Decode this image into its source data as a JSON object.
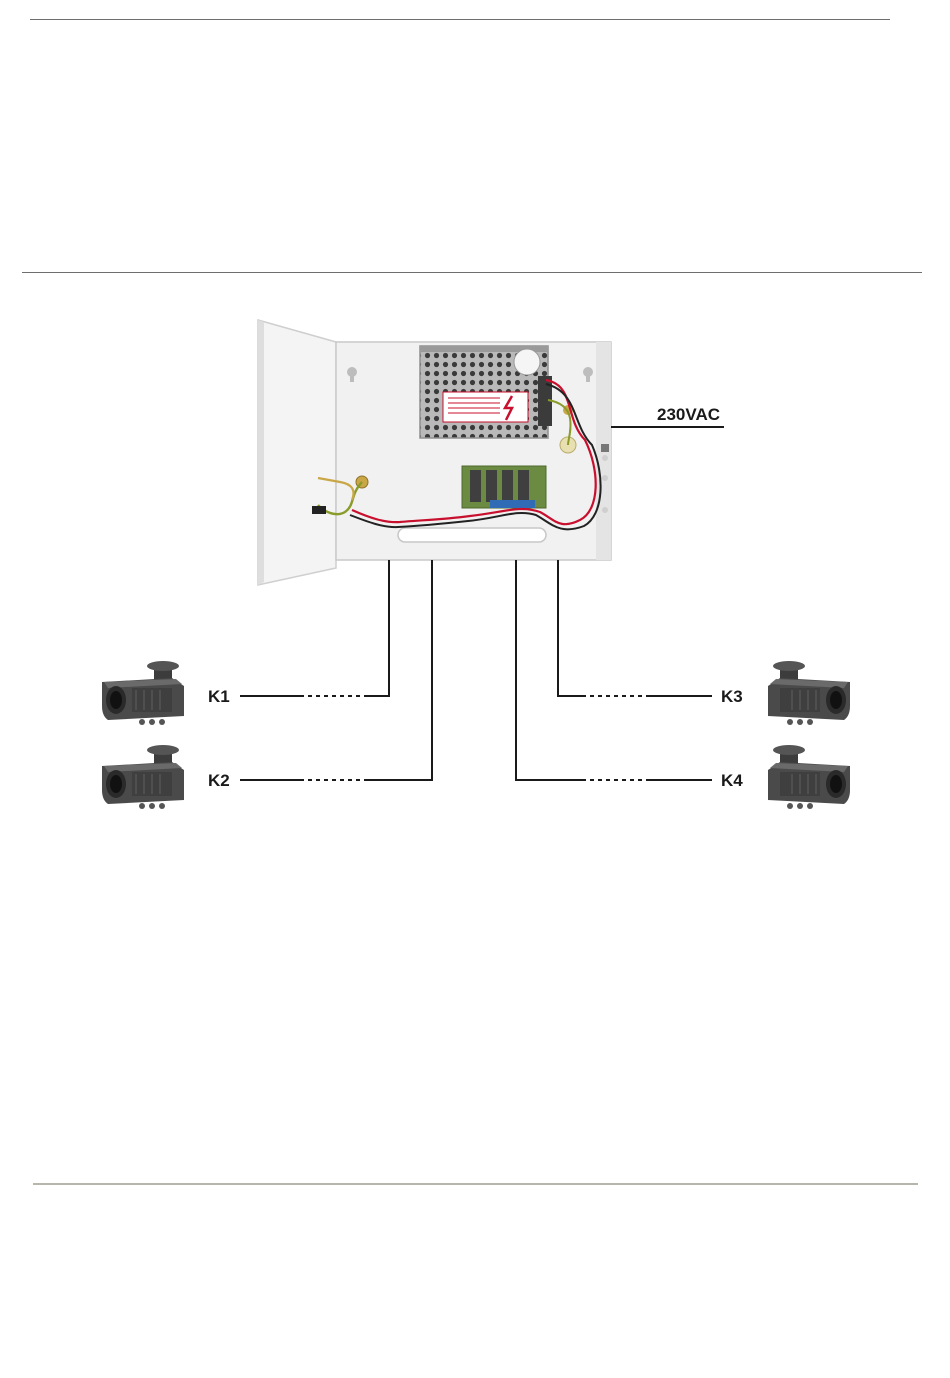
{
  "mains_label": "230VAC",
  "outputs": [
    {
      "id": "k1",
      "label": "K1"
    },
    {
      "id": "k2",
      "label": "K2"
    },
    {
      "id": "k3",
      "label": "K3"
    },
    {
      "id": "k4",
      "label": "K4"
    }
  ],
  "colors": {
    "rule_dark": "#6e6e6e",
    "rule_light": "#b8b5ad",
    "wire": "#1a1a1a",
    "enclosure": "#f1f1f1",
    "camera_body": "#4a4a4a",
    "wire_red": "#c8102e",
    "wire_ground": "#8a9b2a"
  },
  "icons": [
    "power-supply-enclosure-image",
    "cctv-camera-icon"
  ]
}
